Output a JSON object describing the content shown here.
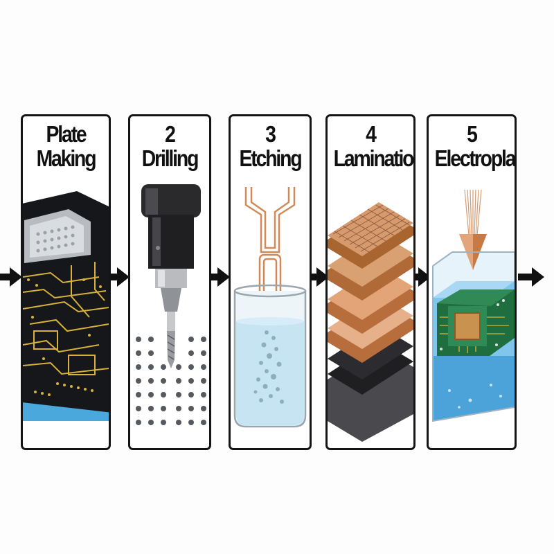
{
  "steps": [
    {
      "title_line1": "Plate",
      "title_line2": "Making"
    },
    {
      "title_line1": "2",
      "title_line2": "Drilling"
    },
    {
      "title_line1": "3",
      "title_line2": "Etching"
    },
    {
      "title_line1": "4",
      "title_line2": "Lamination"
    },
    {
      "title_line1": "5",
      "title_line2": "Electroplating"
    }
  ],
  "colors": {
    "border": "#141414",
    "pcb_dark": "#15171a",
    "gold_trace": "#d8b23a",
    "pcb_edge_blue": "#4aa8dc",
    "copper": "#d08a58",
    "water": "#7fc8f2",
    "pcb_green": "#2f8a55"
  },
  "icons": [
    "pcb-board-icon",
    "drill-bit-icon",
    "etching-beaker-icon",
    "lamination-layers-icon",
    "electroplating-tank-icon",
    "right-arrow-icon"
  ]
}
